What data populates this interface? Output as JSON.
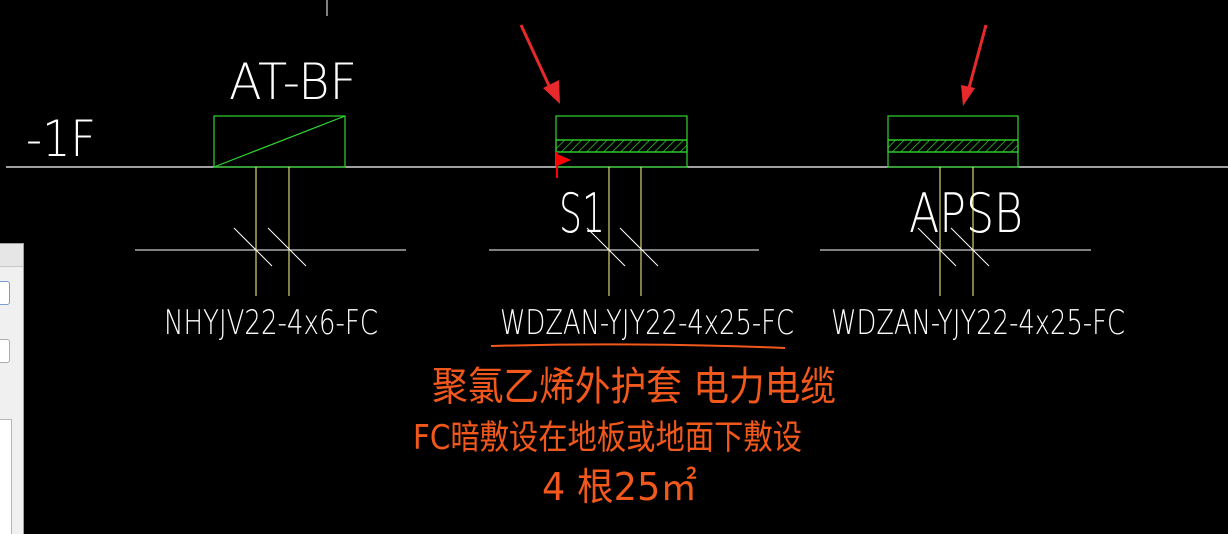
{
  "drawing": {
    "floor_label": "-1F",
    "panels": [
      {
        "id": "at-bf",
        "label": "AT-BF",
        "cable": "NHYJV22-4x6-FC",
        "kind": "diagonal"
      },
      {
        "id": "s1",
        "label": "S1",
        "cable": "WDZAN-YJY22-4x25-FC",
        "kind": "hatched",
        "flag": true,
        "arrow": true,
        "underline": true
      },
      {
        "id": "apsb",
        "label": "APSB",
        "cable": "WDZAN-YJY22-4x25-FC",
        "kind": "hatched",
        "flag": false,
        "arrow": true,
        "underline": false
      }
    ]
  },
  "annotation": {
    "line1": "聚氯乙烯外护套  电力电缆",
    "line2": "FC暗敷设在地板或地面下敷设",
    "line3": "4 根25㎡"
  },
  "colors": {
    "background": "#000000",
    "cad_white": "#ffffff",
    "cad_green": "#2fd62f",
    "cad_yellow": "#ffff8c",
    "annotation_orange": "#f2581c",
    "arrow_red": "#e8292c",
    "flag_red": "#ff0000"
  },
  "icons": [
    "red-arrow-icon",
    "red-flag-icon"
  ]
}
